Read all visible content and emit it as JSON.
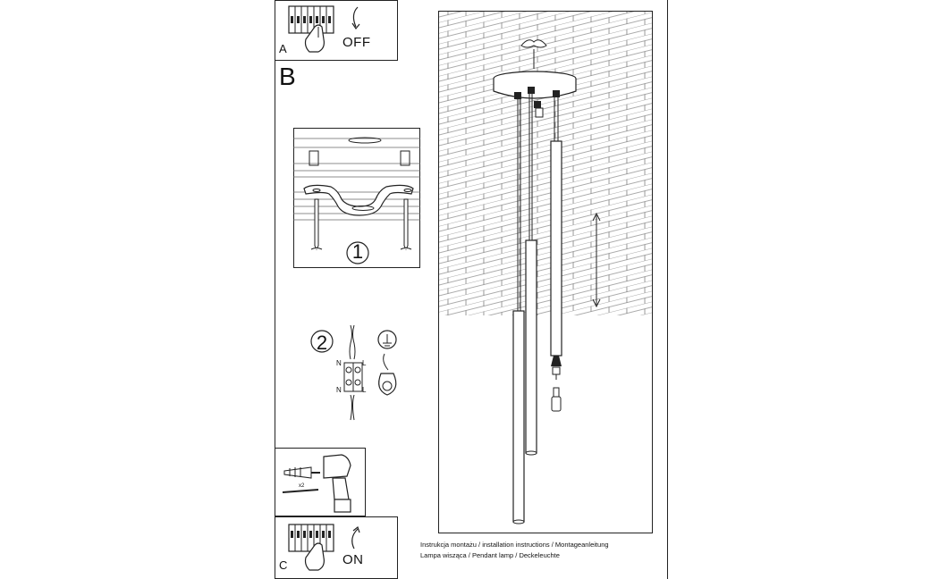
{
  "sections": {
    "a": {
      "letter": "A",
      "switch_text": "OFF"
    },
    "b": {
      "letter": "B"
    },
    "c": {
      "letter": "C",
      "switch_text": "ON"
    }
  },
  "steps": {
    "step1": {
      "number": "1"
    },
    "step2": {
      "number": "2"
    }
  },
  "wiring": {
    "neutral_top": "N",
    "live_top": "L",
    "neutral_bottom": "N",
    "live_bottom": "L"
  },
  "drill_box": {
    "quantity": "x2"
  },
  "caption": {
    "line1": "Instrukcja montażu / installation instructions / Montageanleitung",
    "line2": "Lampa wisząca / Pendant lamp / Deckeleuchte"
  }
}
